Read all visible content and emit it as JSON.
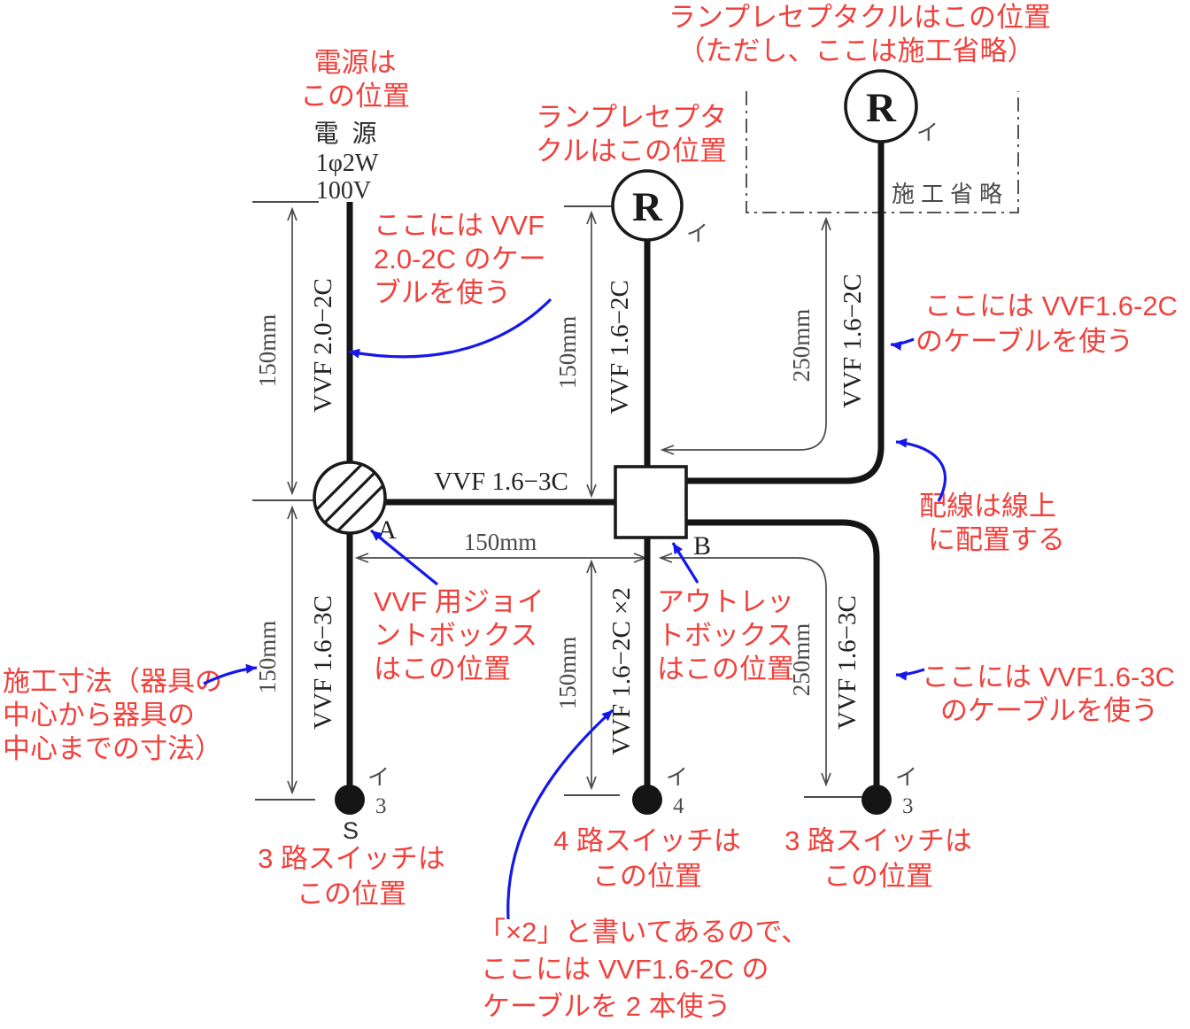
{
  "colors": {
    "annotation_red": "#f0413c",
    "arrow_blue": "#1518e8",
    "wire_black": "#151515",
    "dimension_gray": "#4a4a4a"
  },
  "power": {
    "title": "電 源",
    "phase": "1φ2W",
    "voltage": "100V"
  },
  "cables": {
    "source": "VVF 2.0−2C",
    "left_lower": "VVF 1.6−3C",
    "mid_upper": "VVF 1.6−2C",
    "mid_lower": "VVF 1.6−2C ×2",
    "a_to_b": "VVF 1.6−3C",
    "right_upper": "VVF 1.6−2C",
    "right_lower": "VVF 1.6−3C"
  },
  "dimensions": {
    "left_upper": "150mm",
    "left_lower": "150mm",
    "mid_upper": "150mm",
    "mid_lower": "150mm",
    "right_upper": "250mm",
    "right_lower": "250mm",
    "a_to_b": "150mm"
  },
  "symbols": {
    "receptacle_letter": "R",
    "joint_box_label": "A",
    "outlet_box_label": "B",
    "switch_s_label": "S",
    "circuit_mark": "イ",
    "three_way_number": "3",
    "four_way_number": "4",
    "omission_label": "施工省略"
  },
  "annotations": {
    "power_pos": [
      "電源は",
      "この位置"
    ],
    "lamp_top": [
      "ランプレセプタクルはこの位置",
      "（ただし、ここは施工省略）"
    ],
    "lamp_mid": [
      "ランプレセプタ",
      "クルはこの位置"
    ],
    "use_vvf20": [
      "ここには VVF",
      "2.0-2C のケー",
      "ブルを使う"
    ],
    "use_vvf16_2c": [
      "ここには VVF1.6-2C",
      "のケーブルを使う"
    ],
    "on_line": [
      "配線は線上",
      "に配置する"
    ],
    "joint_box": [
      "VVF 用ジョイ",
      "ントボックス",
      "はこの位置"
    ],
    "outlet_box": [
      "アウトレッ",
      "トボックス",
      "はこの位置"
    ],
    "use_vvf16_3c": [
      "ここには VVF1.6-3C",
      "のケーブルを使う"
    ],
    "dim_note": [
      "施工寸法（器具の",
      "中心から器具の",
      "中心までの寸法）"
    ],
    "sw3_left": [
      "3 路スイッチは",
      "この位置"
    ],
    "sw4_mid": [
      "4 路スイッチは",
      "この位置"
    ],
    "sw3_right": [
      "3 路スイッチは",
      "この位置"
    ],
    "x2_note": [
      "「×2」と書いてあるので、",
      "ここには VVF1.6-2C の",
      "ケーブルを 2 本使う"
    ]
  }
}
